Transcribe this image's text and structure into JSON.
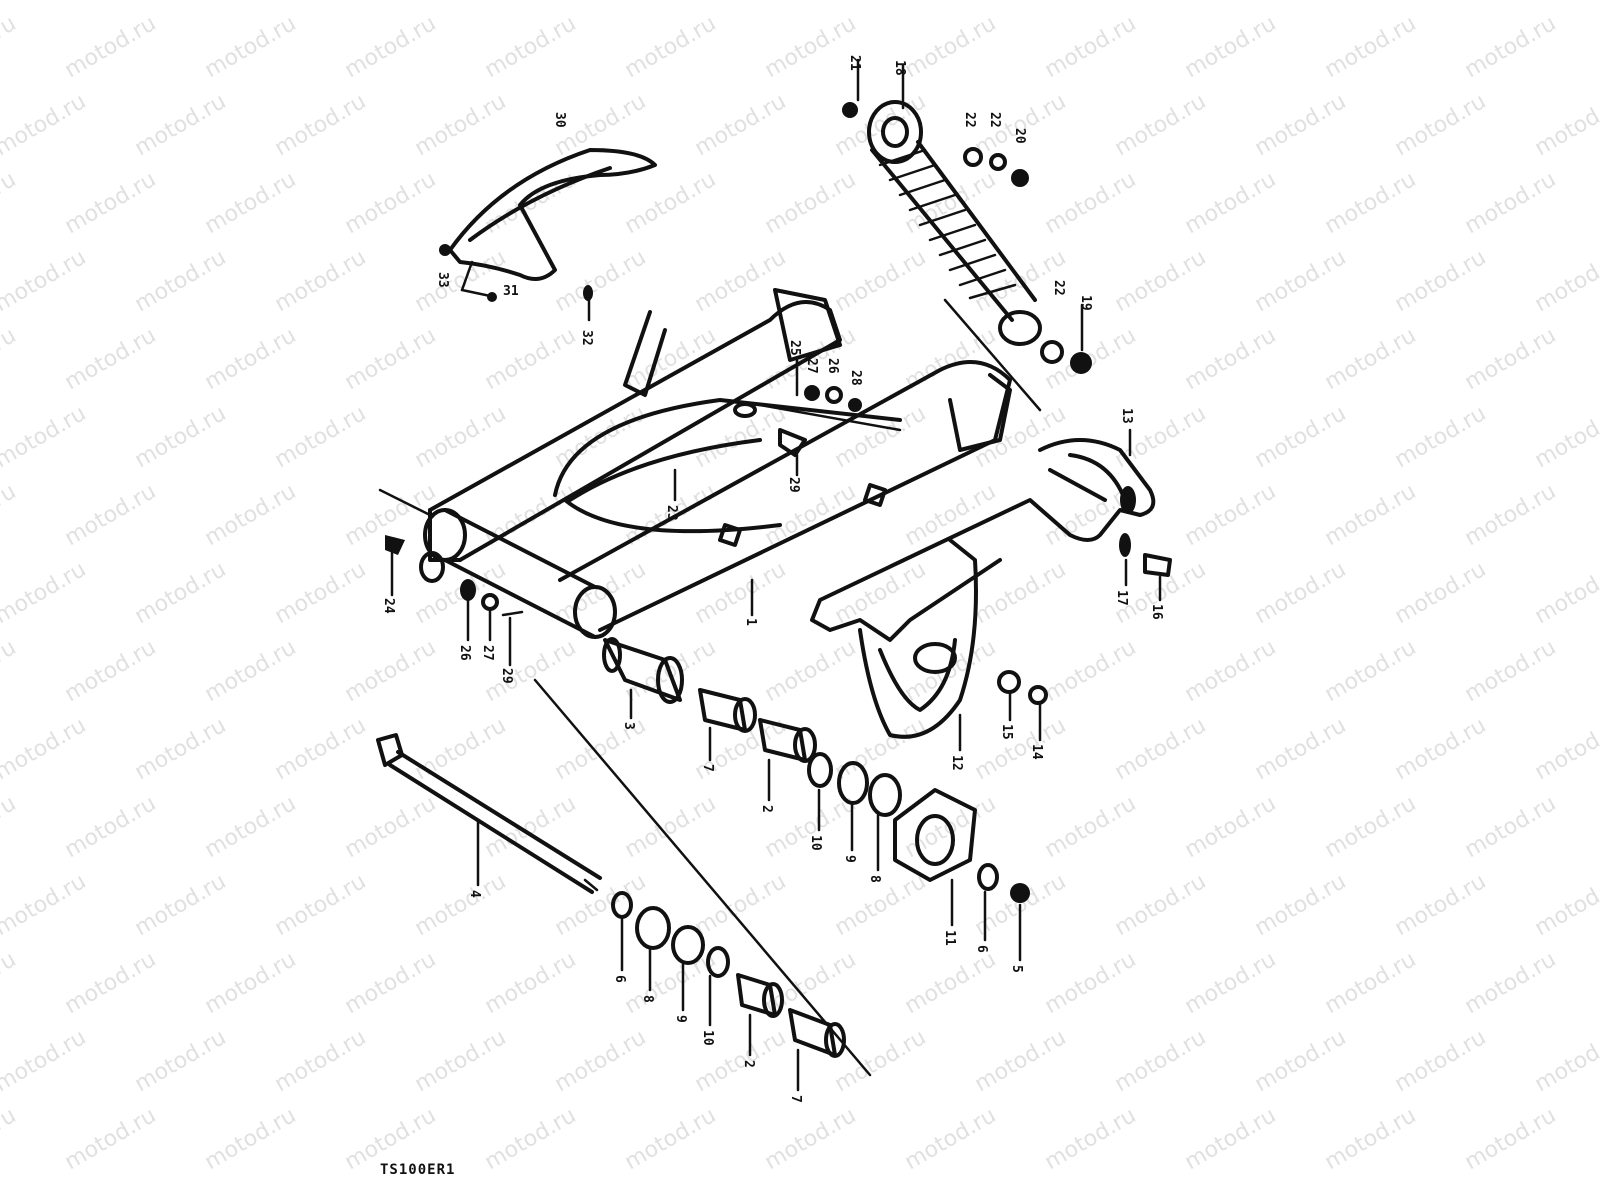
{
  "diagram": {
    "caption": "TS100ER1",
    "watermark": "motod.ru",
    "parts": [
      {
        "id": "p21",
        "num": "21"
      },
      {
        "id": "p18",
        "num": "18"
      },
      {
        "id": "p22a",
        "num": "22"
      },
      {
        "id": "p22b",
        "num": "22"
      },
      {
        "id": "p20",
        "num": "20"
      },
      {
        "id": "p30",
        "num": "30"
      },
      {
        "id": "p33",
        "num": "33"
      },
      {
        "id": "p31",
        "num": "31"
      },
      {
        "id": "p32",
        "num": "32"
      },
      {
        "id": "p22c",
        "num": "22"
      },
      {
        "id": "p19",
        "num": "19"
      },
      {
        "id": "p25a",
        "num": "25"
      },
      {
        "id": "p27a",
        "num": "27"
      },
      {
        "id": "p26a",
        "num": "26"
      },
      {
        "id": "p28",
        "num": "28"
      },
      {
        "id": "p29a",
        "num": "29"
      },
      {
        "id": "p23",
        "num": "23"
      },
      {
        "id": "p13",
        "num": "13"
      },
      {
        "id": "p24",
        "num": "24"
      },
      {
        "id": "p26b",
        "num": "26"
      },
      {
        "id": "p27b",
        "num": "27"
      },
      {
        "id": "p29b",
        "num": "29"
      },
      {
        "id": "p1",
        "num": "1"
      },
      {
        "id": "p17",
        "num": "17"
      },
      {
        "id": "p16",
        "num": "16"
      },
      {
        "id": "p3",
        "num": "3"
      },
      {
        "id": "p7a",
        "num": "7"
      },
      {
        "id": "p2a",
        "num": "2"
      },
      {
        "id": "p12",
        "num": "12"
      },
      {
        "id": "p15",
        "num": "15"
      },
      {
        "id": "p14",
        "num": "14"
      },
      {
        "id": "p10a",
        "num": "10"
      },
      {
        "id": "p9a",
        "num": "9"
      },
      {
        "id": "p8a",
        "num": "8"
      },
      {
        "id": "p11",
        "num": "11"
      },
      {
        "id": "p6a",
        "num": "6"
      },
      {
        "id": "p5",
        "num": "5"
      },
      {
        "id": "p4",
        "num": "4"
      },
      {
        "id": "p6b",
        "num": "6"
      },
      {
        "id": "p8b",
        "num": "8"
      },
      {
        "id": "p9b",
        "num": "9"
      },
      {
        "id": "p10b",
        "num": "10"
      },
      {
        "id": "p2b",
        "num": "2"
      },
      {
        "id": "p7b",
        "num": "7"
      }
    ]
  }
}
